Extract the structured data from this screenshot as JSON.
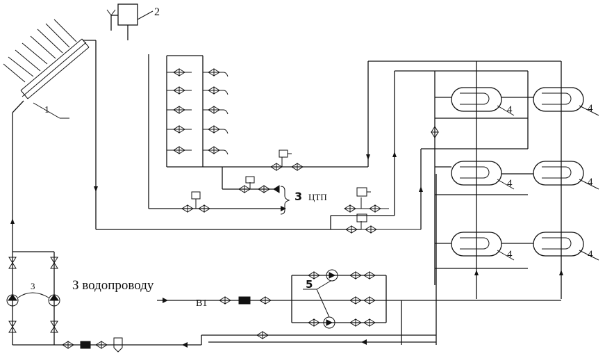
{
  "labels": {
    "collector": "1",
    "expansion_tank": "2",
    "pumps_left": "3",
    "pumps_right": "5",
    "heat_point_num": "3",
    "heat_point_abbr": "ЦТП",
    "tank": "4",
    "water_supply": "З водопроводу",
    "inlet_b1": "В1"
  }
}
